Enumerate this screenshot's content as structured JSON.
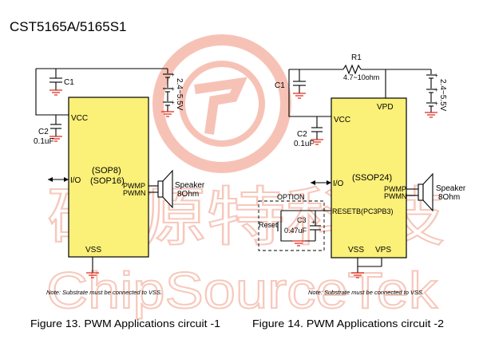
{
  "title": "CST5165A/5165S1",
  "watermark": {
    "cn": "矽源特科技",
    "en": "ChipSourceTek"
  },
  "fig13": {
    "c1": "C1",
    "c2": "C2",
    "c2_value": "0.1uF",
    "supply": "2.4~5.5V",
    "vcc": "VCC",
    "io": "I/O",
    "pkg1": "(SOP8)",
    "pkg2": "(SOP16)",
    "pwmp": "PWMP",
    "pwmn": "PWMN",
    "speaker": "Speaker",
    "speaker_ohm": "8Ohm",
    "vss": "VSS",
    "note": "Note: Substrate must be connected to VSS.",
    "caption": "Figure 13.  PWM Applications circuit -1"
  },
  "fig14": {
    "r1": "R1",
    "r1_value": "4.7~10ohm",
    "c1": "C1",
    "c2": "C2",
    "c2_value": "0.1uF",
    "supply": "2.4~5.5V",
    "vpd": "VPD",
    "vcc": "VCC",
    "io": "I/O",
    "pkg": "(SSOP24)",
    "pwmp": "PWMP",
    "pwmn": "PWMN",
    "speaker": "Speaker",
    "speaker_ohm": "8Ohm",
    "option": "OPTION",
    "reset": "Reset",
    "c3": "C3",
    "c3_value": "0.47uF",
    "resetb": "RESETB(PC3PB3)",
    "vss": "VSS",
    "vps": "VPS",
    "note": "Note: Substrate must be connected to VSS.",
    "caption": "Figure 14.  PWM Applications circuit -2"
  }
}
